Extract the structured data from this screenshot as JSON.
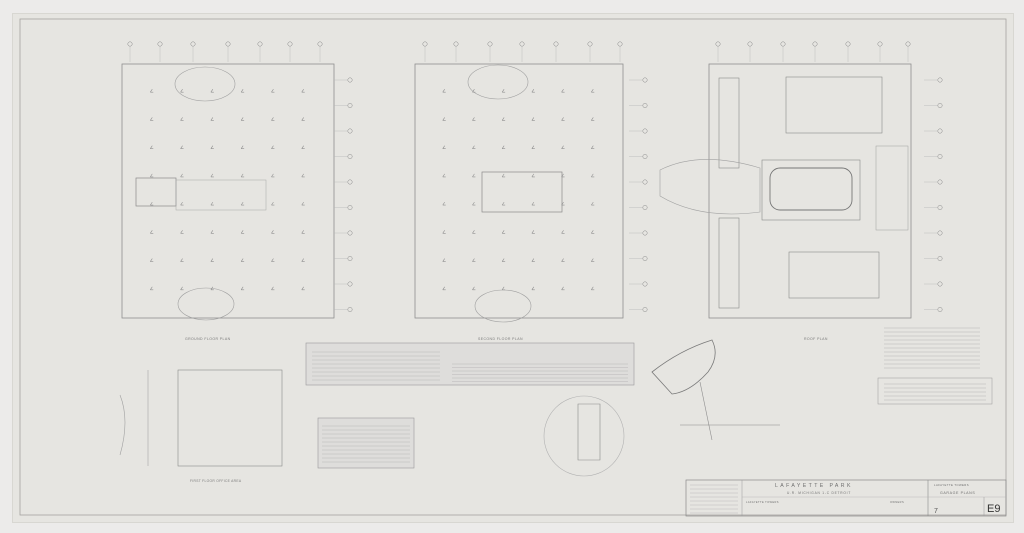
{
  "title_block": {
    "project": "LAFAYETTE PARK",
    "subtitle": "U.R. MICHIGAN 1-C DETROIT",
    "subproject": "LAFAYETTE TOWERS",
    "owner": "OWNERS",
    "sheet_project": "LAFAYETTE TOWERS",
    "sheet_title": "GARAGE PLANS",
    "sheet_number": "E9",
    "drawing_count": "7"
  },
  "plan_titles": {
    "ground_floor": "GROUND FLOOR PLAN",
    "second_floor": "SECOND FLOOR PLAN",
    "roof": "ROOF PLAN",
    "first_floor_office": "FIRST FLOOR OFFICE AREA"
  },
  "colors": {
    "paper": "#e6e5e1",
    "ink": "#8a8a8a",
    "faint_ink": "#b5b4b0",
    "border": "#9a9a9a"
  }
}
